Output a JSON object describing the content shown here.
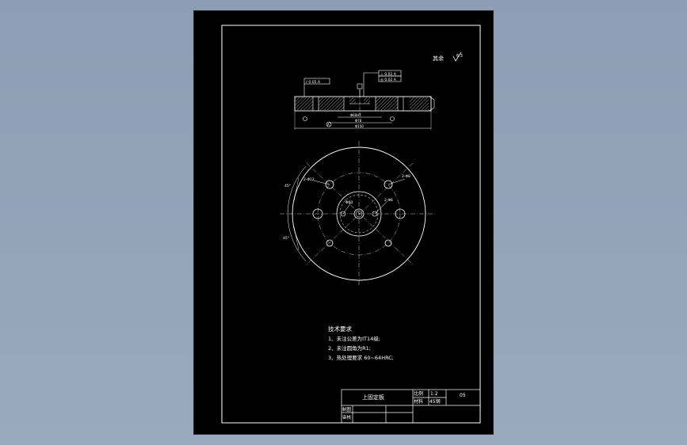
{
  "drawing": {
    "roughness_note": "其余",
    "roughness_value": "6.3",
    "tolerance_frame": "⫽ 0.05 A",
    "datum_label": "A",
    "dim_top_a": "⊥ 0.02 A",
    "dim_top_b": "◎ 0.02 A",
    "dim_inner": "Φ60H7",
    "dim_mid": "Φ78",
    "dim_outer": "Φ150",
    "label_left_hole": "2-Φ12",
    "label_right_hole": "2-Φ8",
    "label_center_hole": "Φ60",
    "label_angle_top": "45°",
    "label_angle_bottom": "45°",
    "label_small_hole": "2-Φ6"
  },
  "notes": {
    "heading": "技术要求",
    "line1": "1、未注公差为IT14级;",
    "line2": "2、未注圆角为R1;",
    "line3": "3、热处理要求 60~64HRC;"
  },
  "title_block": {
    "part_name": "上固定板",
    "scale_label": "比例",
    "scale_value": "1:2",
    "drawing_no": "05",
    "material_label": "材料",
    "material_value": "45钢",
    "drawn_label": "制图",
    "checked_label": "审核"
  }
}
